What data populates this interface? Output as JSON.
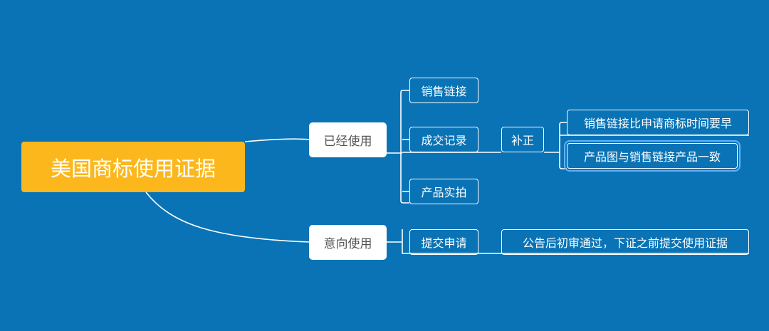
{
  "mindmap": {
    "root": {
      "label": "美国商标使用证据"
    },
    "used": {
      "label": "已经使用",
      "children": [
        {
          "label": "销售链接"
        },
        {
          "label": "成交记录",
          "children": [
            {
              "label": "补正",
              "children": [
                {
                  "label": "销售链接比申请商标时间要早"
                },
                {
                  "label": "产品图与销售链接产品一致"
                }
              ]
            }
          ]
        },
        {
          "label": "产品实拍"
        }
      ]
    },
    "intent": {
      "label": "意向使用",
      "children": [
        {
          "label": "提交申请",
          "children": [
            {
              "label": "公告后初审通过，下证之前提交使用证据"
            }
          ]
        }
      ]
    }
  },
  "colors": {
    "background": "#0a73b5",
    "root": "#fbb71c",
    "line": "#ffffff",
    "selection": "#5fb2ff"
  }
}
